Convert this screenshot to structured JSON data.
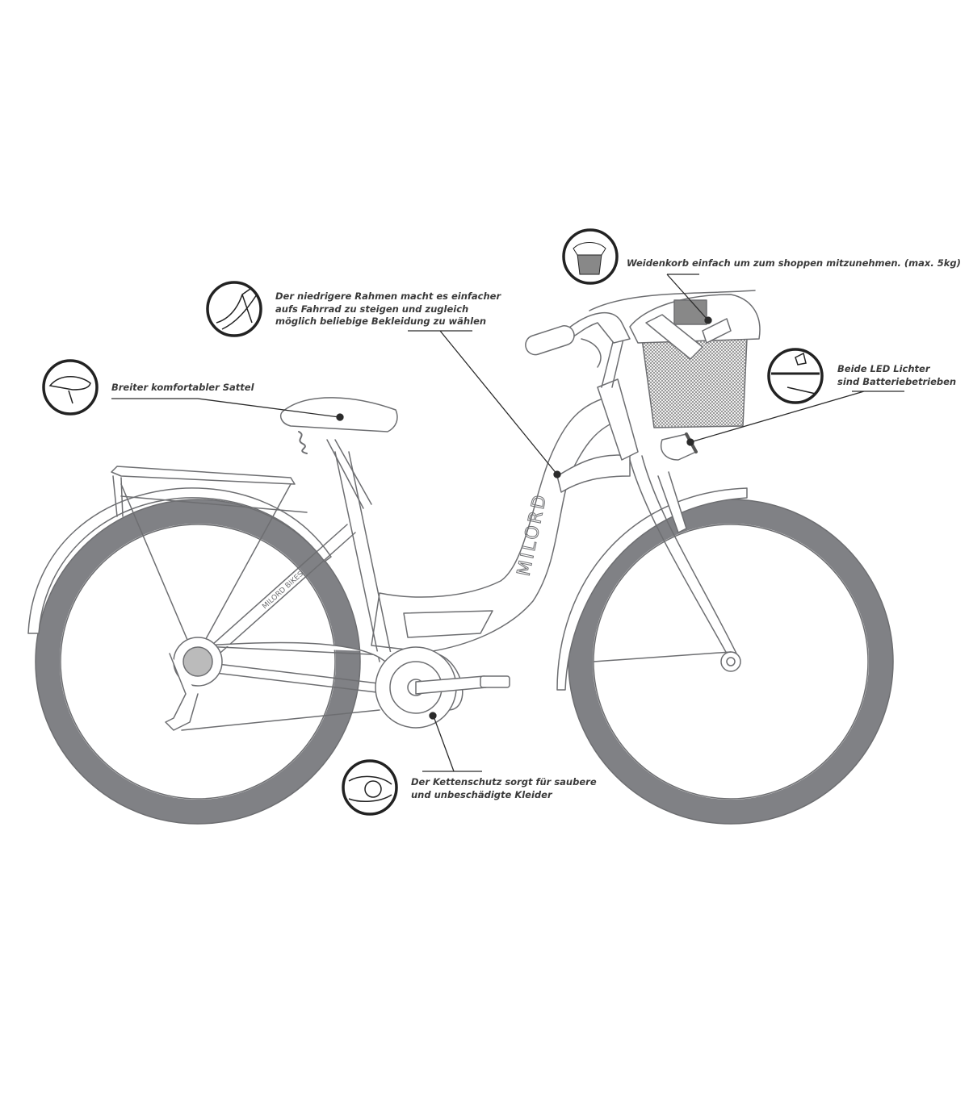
{
  "colors": {
    "tire": "#808185",
    "line": "#6d6e71",
    "callout": "#2b2b2b",
    "text": "#3a3a3a"
  },
  "frame_text": {
    "brand": "MILORD",
    "stay_text": "MILORD BIKES"
  },
  "callouts": {
    "saddle": {
      "icon": "saddle-icon",
      "lines": [
        "Breiter komfortabler Sattel"
      ]
    },
    "frame": {
      "icon": "frame-icon",
      "lines": [
        "Der niedrigere Rahmen macht es einfacher",
        "aufs Fahrrad zu steigen und zugleich",
        "möglich beliebige Bekleidung zu wählen"
      ]
    },
    "basket": {
      "icon": "basket-icon",
      "lines": [
        "Weidenkorb einfach um zum shoppen mitzunehmen. (max. 5kg)"
      ]
    },
    "lights": {
      "icon": "led-light-icon",
      "lines": [
        "Beide LED Lichter",
        "sind Batteriebetrieben"
      ]
    },
    "chainguard": {
      "icon": "chainguard-icon",
      "lines": [
        "Der Kettenschutz sorgt für saubere",
        "und unbeschädigte Kleider"
      ]
    }
  }
}
